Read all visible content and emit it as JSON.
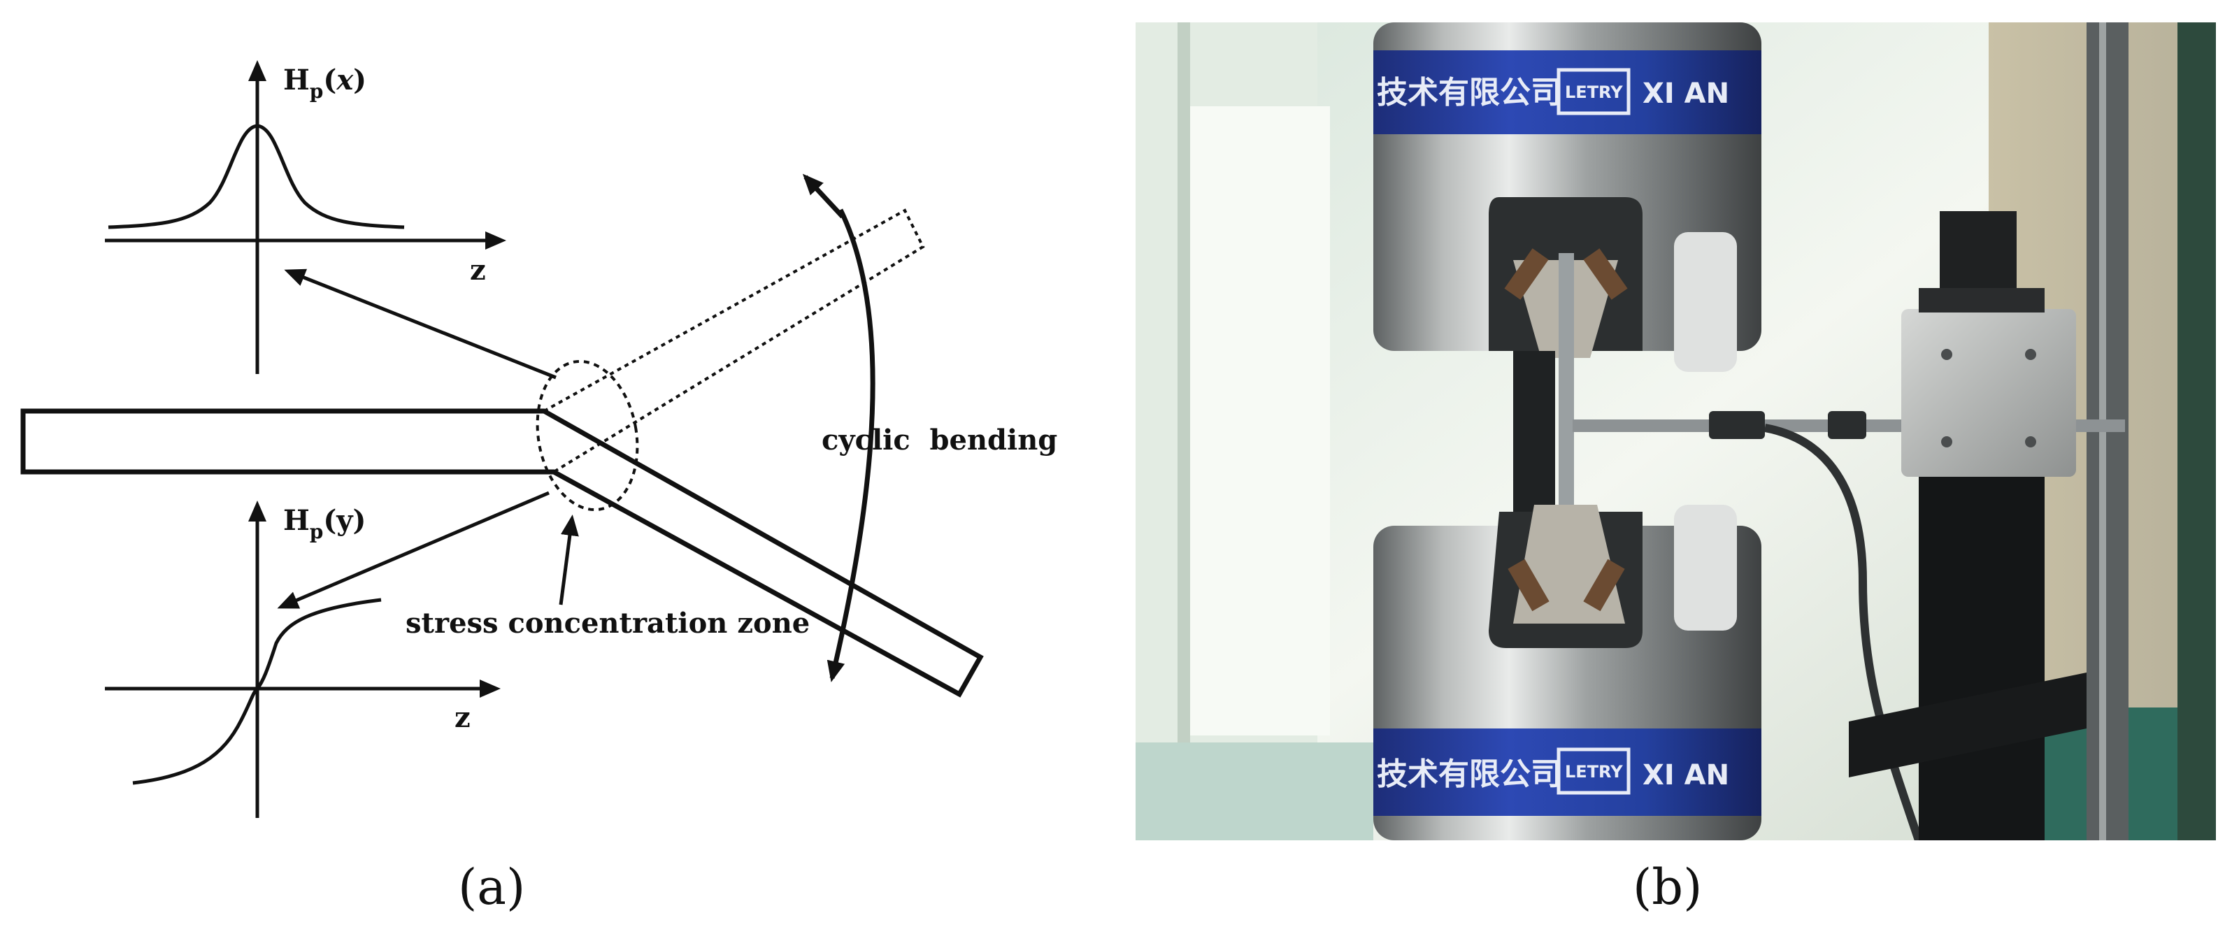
{
  "panel_a": {
    "top_plot_label_main": "H",
    "top_plot_label_sub": "p",
    "top_plot_label_arg": "(",
    "top_plot_label_var": "x",
    "top_plot_label_close": ")",
    "top_axis_label": "z",
    "bottom_plot_label_main": "H",
    "bottom_plot_label_sub": "p",
    "bottom_plot_label_arg": "(y)",
    "bottom_axis_label": "z",
    "bending_label": "cyclic  bending",
    "zone_label": "stress concentration zone"
  },
  "panel_b": {
    "upper_band_text_left": "技术有限公司",
    "upper_band_logo": "LETRY",
    "upper_band_text_right": "XI AN",
    "lower_band_text_left": "技术有限公司",
    "lower_band_logo": "LETRY",
    "lower_band_text_right": "XI AN"
  },
  "captions": {
    "a": "(a)",
    "b": "(b)"
  }
}
